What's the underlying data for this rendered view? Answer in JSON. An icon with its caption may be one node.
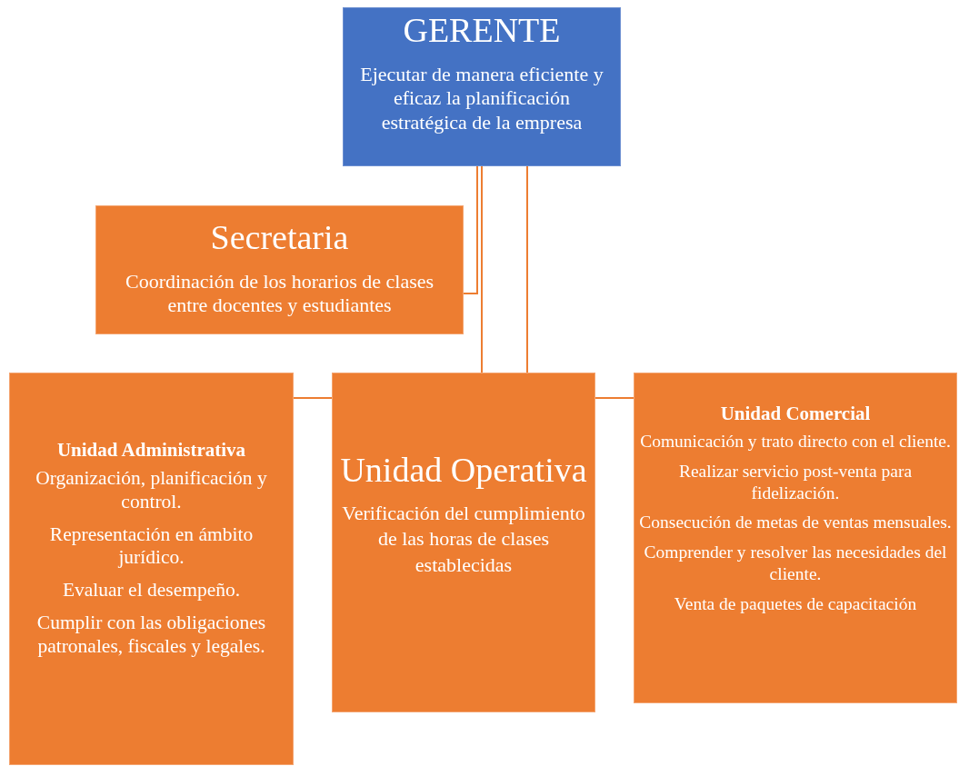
{
  "diagram": {
    "nodes": [
      {
        "text": [
          "GERENTE",
          "Ejecutar de manera eficiente y eficaz la planificación estratégica de la empresa"
        ]
      },
      {
        "text": [
          "Secretaria",
          "Coordinación de los horarios de clases entre docentes y estudiantes"
        ]
      },
      {
        "text": [
          "Unidad Administrativa",
          "Organización, planificación y control.",
          "Representación en ámbito jurídico.",
          "Evaluar el desempeño.",
          "Cumplir con las obligaciones patronales, fiscales y legales."
        ]
      },
      {
        "text": [
          "Unidad Operativa",
          "Verificación del cumplimiento de las horas de clases establecidas"
        ]
      },
      {
        "text": [
          "Unidad Comercial",
          "Comunicación y trato directo con el cliente.",
          "Realizar servicio post-venta para fidelización.",
          "Consecución de metas de ventas mensuales.",
          "Comprender y resolver las necesidades del cliente.",
          "Venta de paquetes de capacitación"
        ]
      }
    ],
    "edges": [
      {
        "from": 0,
        "to": 1,
        "arrow": "none"
      },
      {
        "from": 0,
        "to": 3,
        "arrow": "none"
      },
      {
        "from": 0,
        "to": 3,
        "arrow": "none"
      },
      {
        "from": 2,
        "to": 3,
        "arrow": "none"
      },
      {
        "from": 3,
        "to": 4,
        "arrow": "none"
      }
    ]
  }
}
